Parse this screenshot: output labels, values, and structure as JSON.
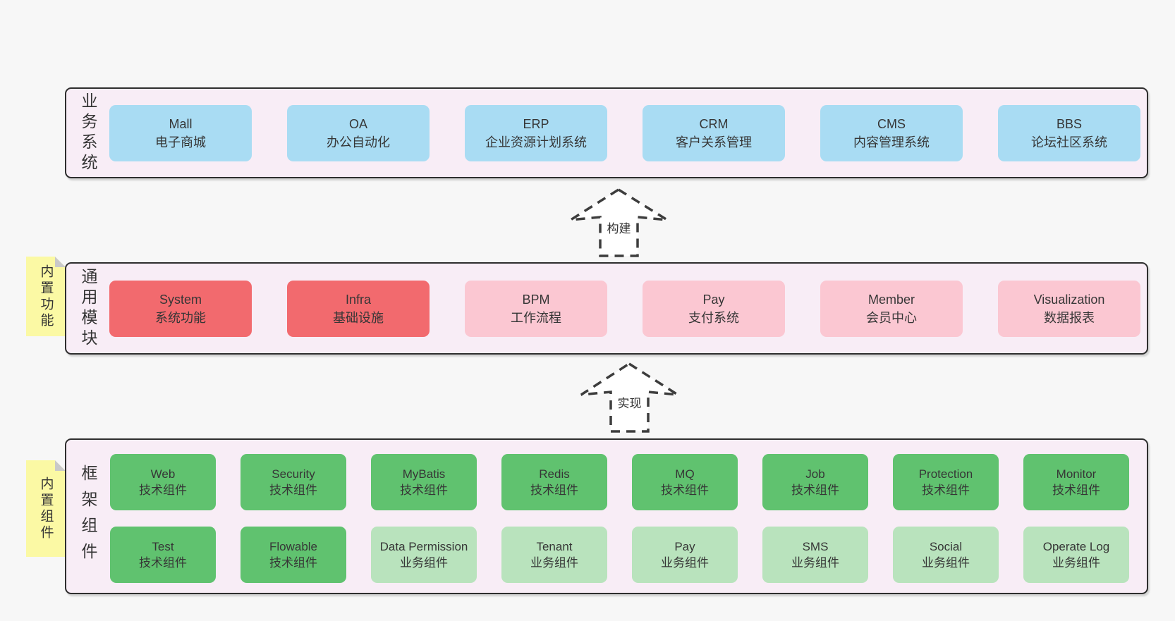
{
  "palette": {
    "page_bg": "#f7f7f7",
    "band_bg": "#f8edf6",
    "band_border": "#2e2e2e",
    "node_blue": "#a9dcf3",
    "node_red": "#f26a6e",
    "node_pink": "#fbc7d2",
    "node_green": "#60c26f",
    "node_light_green": "#b9e3bd",
    "sticky_yellow": "#fbf9a4",
    "sticky_fold_gray": "#c9c9c9",
    "text": "#363636"
  },
  "arrows": [
    {
      "label": "构建"
    },
    {
      "label": "实现"
    }
  ],
  "bands": [
    {
      "label": "业务系统",
      "boxes": [
        {
          "name": "Mall",
          "desc": "电子商城"
        },
        {
          "name": "OA",
          "desc": "办公自动化"
        },
        {
          "name": "ERP",
          "desc": "企业资源计划系统"
        },
        {
          "name": "CRM",
          "desc": "客户关系管理"
        },
        {
          "name": "CMS",
          "desc": "内容管理系统"
        },
        {
          "name": "BBS",
          "desc": "论坛社区系统"
        }
      ]
    },
    {
      "label": "通用模块",
      "sticky": "内置功能",
      "boxes": [
        {
          "name": "System",
          "desc": "系统功能"
        },
        {
          "name": "Infra",
          "desc": "基础设施"
        },
        {
          "name": "BPM",
          "desc": "工作流程"
        },
        {
          "name": "Pay",
          "desc": "支付系统"
        },
        {
          "name": "Member",
          "desc": "会员中心"
        },
        {
          "name": "Visualization",
          "desc": "数据报表"
        }
      ]
    },
    {
      "label": "框架组件",
      "sticky": "内置组件",
      "boxes": [
        {
          "name": "Web",
          "desc": "技术组件"
        },
        {
          "name": "Security",
          "desc": "技术组件"
        },
        {
          "name": "MyBatis",
          "desc": "技术组件"
        },
        {
          "name": "Redis",
          "desc": "技术组件"
        },
        {
          "name": "MQ",
          "desc": "技术组件"
        },
        {
          "name": "Job",
          "desc": "技术组件"
        },
        {
          "name": "Protection",
          "desc": "技术组件"
        },
        {
          "name": "Monitor",
          "desc": "技术组件"
        },
        {
          "name": "Test",
          "desc": "技术组件"
        },
        {
          "name": "Flowable",
          "desc": "技术组件"
        },
        {
          "name": "Data Permission",
          "desc": "业务组件"
        },
        {
          "name": "Tenant",
          "desc": "业务组件"
        },
        {
          "name": "Pay",
          "desc": "业务组件"
        },
        {
          "name": "SMS",
          "desc": "业务组件"
        },
        {
          "name": "Social",
          "desc": "业务组件"
        },
        {
          "name": "Operate Log",
          "desc": "业务组件"
        }
      ]
    }
  ]
}
